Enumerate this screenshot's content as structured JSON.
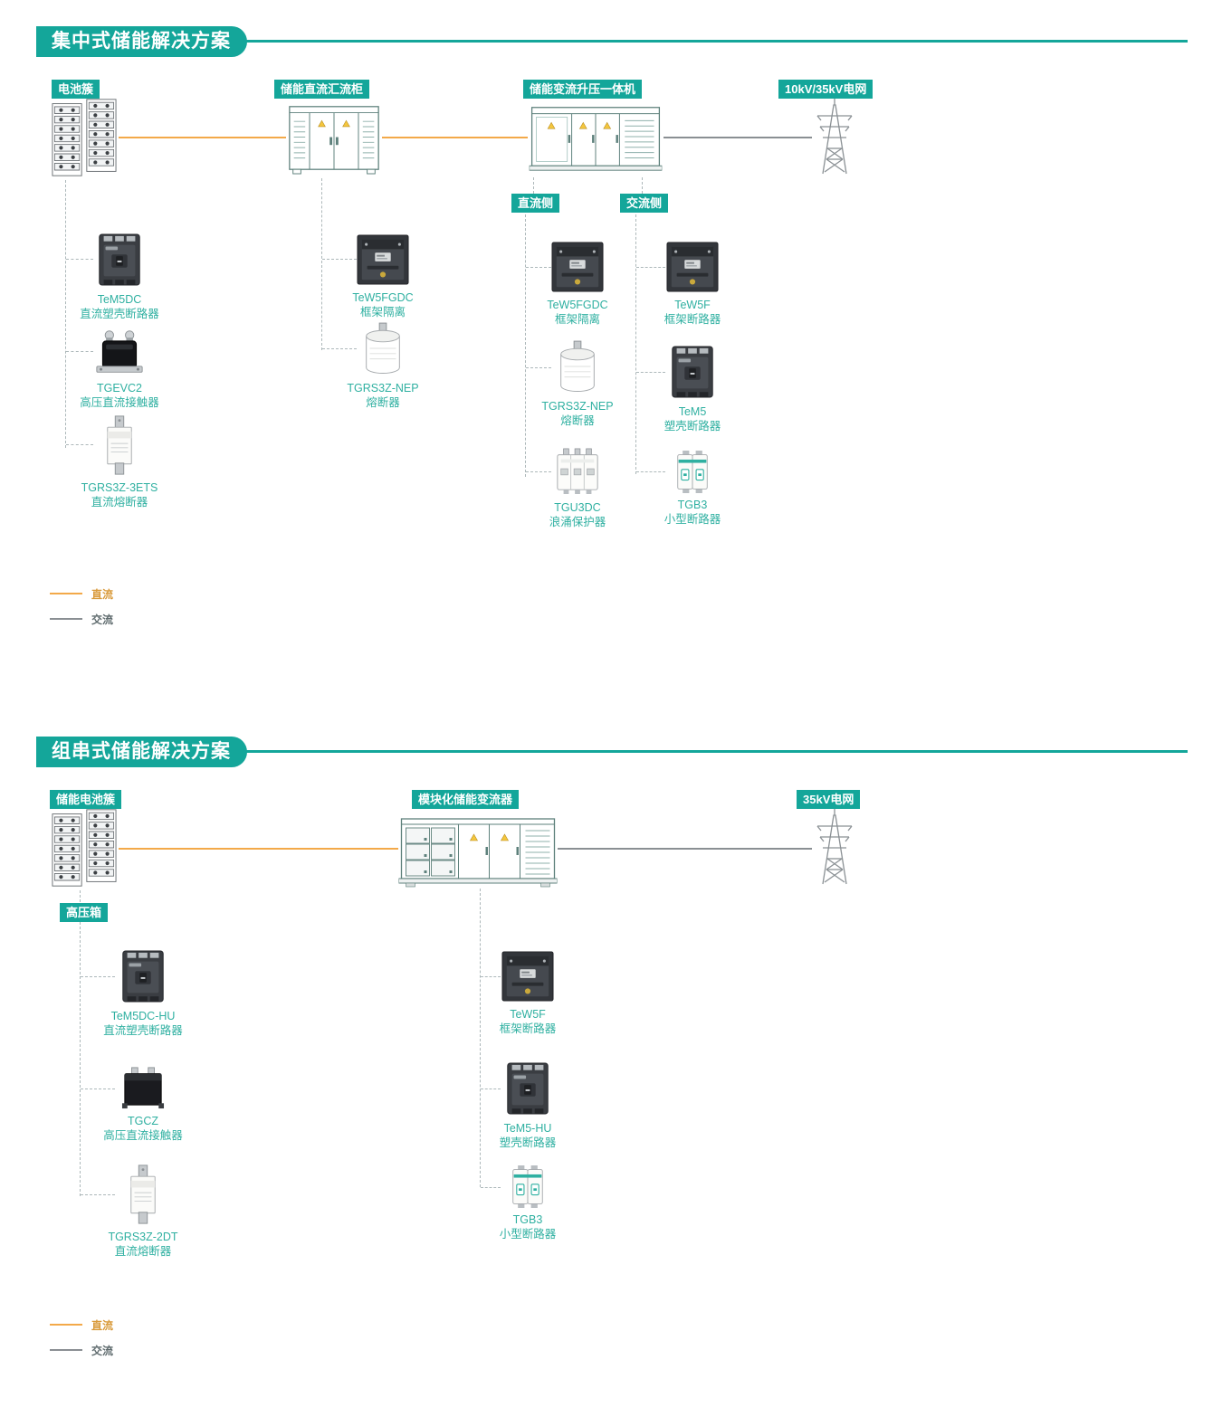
{
  "colors": {
    "teal": "#14A69A",
    "teal_text": "#2FB0A1",
    "dc_orange": "#F3A949",
    "ac_gray": "#8A8F93"
  },
  "section1": {
    "title": "集中式储能解决方案",
    "nodes": {
      "battery": "电池簇",
      "combiner": "储能直流汇流柜",
      "pcs": "储能变流升压一体机",
      "grid": "10kV/35kV电网"
    },
    "side_badges": {
      "dc": "直流侧",
      "ac": "交流侧"
    },
    "devices": {
      "battery_col": [
        {
          "model": "TeM5DC",
          "desc": "直流塑壳断路器",
          "icon": "mccb"
        },
        {
          "model": "TGEVC2",
          "desc": "高压直流接触器",
          "icon": "dc-contactor"
        },
        {
          "model": "TGRS3Z-3ETS",
          "desc": "直流熔断器",
          "icon": "blade-fuse"
        }
      ],
      "combiner_col": [
        {
          "model": "TeW5FGDC",
          "desc": "框架隔离",
          "icon": "frame-breaker"
        },
        {
          "model": "TGRS3Z-NEP",
          "desc": "熔断器",
          "icon": "cylinder-fuse"
        }
      ],
      "dc_col": [
        {
          "model": "TeW5FGDC",
          "desc": "框架隔离",
          "icon": "frame-breaker"
        },
        {
          "model": "TGRS3Z-NEP",
          "desc": "熔断器",
          "icon": "cylinder-fuse"
        },
        {
          "model": "TGU3DC",
          "desc": "浪涌保护器",
          "icon": "spd"
        }
      ],
      "ac_col": [
        {
          "model": "TeW5F",
          "desc": "框架断路器",
          "icon": "frame-breaker"
        },
        {
          "model": "TeM5",
          "desc": "塑壳断路器",
          "icon": "mccb"
        },
        {
          "model": "TGB3",
          "desc": "小型断路器",
          "icon": "mcb"
        }
      ]
    },
    "legend": {
      "dc": "直流",
      "ac": "交流"
    }
  },
  "section2": {
    "title": "组串式储能解决方案",
    "nodes": {
      "battery": "储能电池簇",
      "pcs": "模块化储能变流器",
      "grid": "35kV电网"
    },
    "side_badges": {
      "hv_box": "高压箱"
    },
    "devices": {
      "battery_col": [
        {
          "model": "TeM5DC-HU",
          "desc": "直流塑壳断路器",
          "icon": "mccb"
        },
        {
          "model": "TGCZ",
          "desc": "高压直流接触器",
          "icon": "dc-contactor"
        },
        {
          "model": "TGRS3Z-2DT",
          "desc": "直流熔断器",
          "icon": "blade-fuse"
        }
      ],
      "pcs_col": [
        {
          "model": "TeW5F",
          "desc": "框架断路器",
          "icon": "frame-breaker"
        },
        {
          "model": "TeM5-HU",
          "desc": "塑壳断路器",
          "icon": "mccb"
        },
        {
          "model": "TGB3",
          "desc": "小型断路器",
          "icon": "mcb"
        }
      ]
    },
    "legend": {
      "dc": "直流",
      "ac": "交流"
    }
  }
}
